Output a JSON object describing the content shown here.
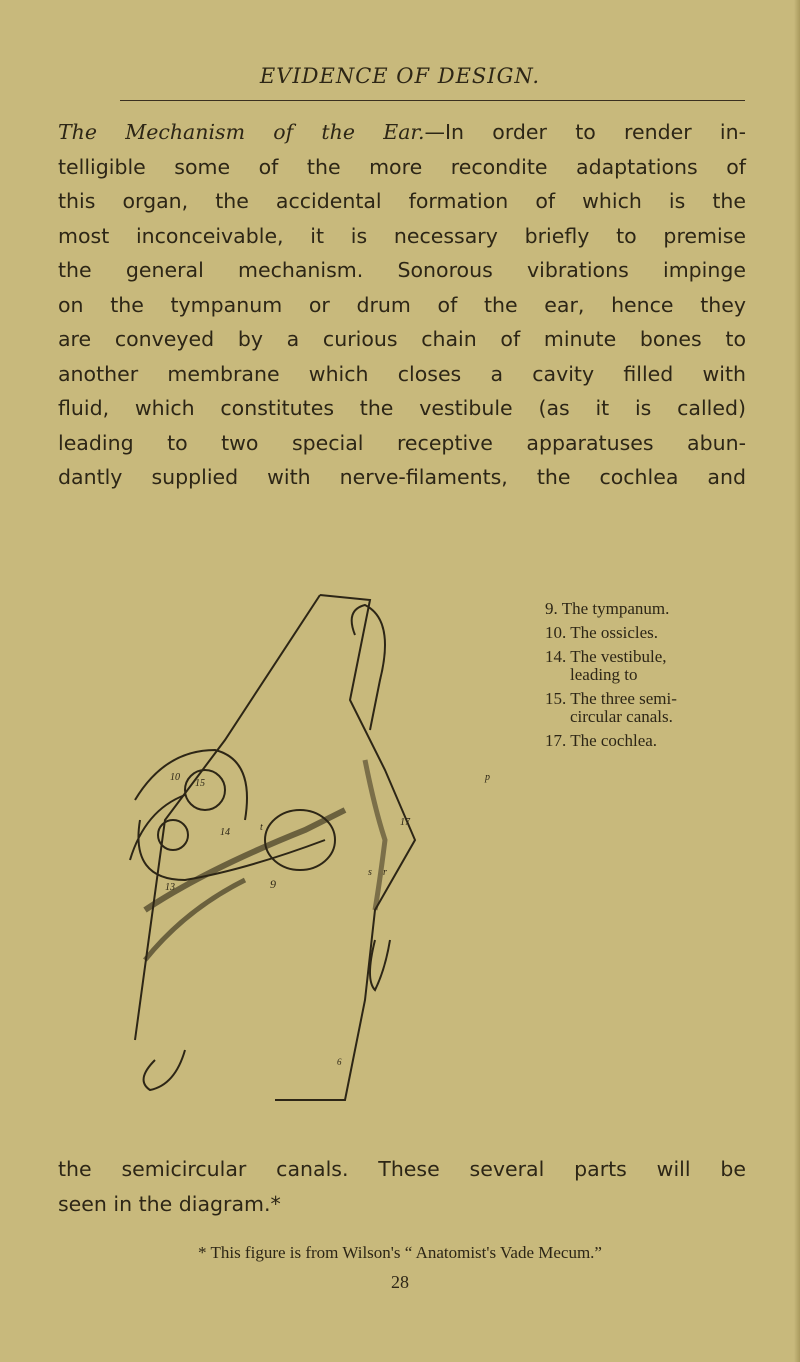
{
  "header": {
    "running_title": "EVIDENCE OF DESIGN."
  },
  "body": {
    "heading": "The Mechanism of the Ear.",
    "lines": [
      "—In order to render in-",
      "telligible some of the more recondite adaptations of",
      "this organ, the accidental formation of which is the",
      "most inconceivable, it is necessary briefly to premise",
      "the general mechanism. Sonorous vibrations impinge",
      "on the tympanum or drum of the ear, hence they",
      "are conveyed by a curious chain of minute bones to",
      "another membrane which closes a cavity filled with",
      "fluid, which constitutes the vestibule (as it is called)",
      "leading to two special receptive apparatuses abun-",
      "dantly supplied with nerve-filaments, the cochlea and"
    ],
    "after_figure": [
      "the semicircular canals. These several parts will be",
      "seen in the diagram.*"
    ]
  },
  "figure": {
    "legend": [
      {
        "num": "9.",
        "text": "The tympanum."
      },
      {
        "num": "10.",
        "text": "The ossicles."
      },
      {
        "num": "14.",
        "text": "The vestibule,",
        "cont": "leading to"
      },
      {
        "num": "15.",
        "text": "The three semi-",
        "cont": "circular canals."
      },
      {
        "num": "17.",
        "text": "The cochlea."
      }
    ],
    "labels": [
      "15",
      "14",
      "9",
      "10",
      "17",
      "13",
      "p",
      "s",
      "r",
      "t",
      "6"
    ]
  },
  "footnote": "* This figure is from Wilson's “ Anatomist's Vade Mecum.”",
  "page_number": "28",
  "colors": {
    "paper": "#c8b97c",
    "ink": "#2d2616"
  }
}
